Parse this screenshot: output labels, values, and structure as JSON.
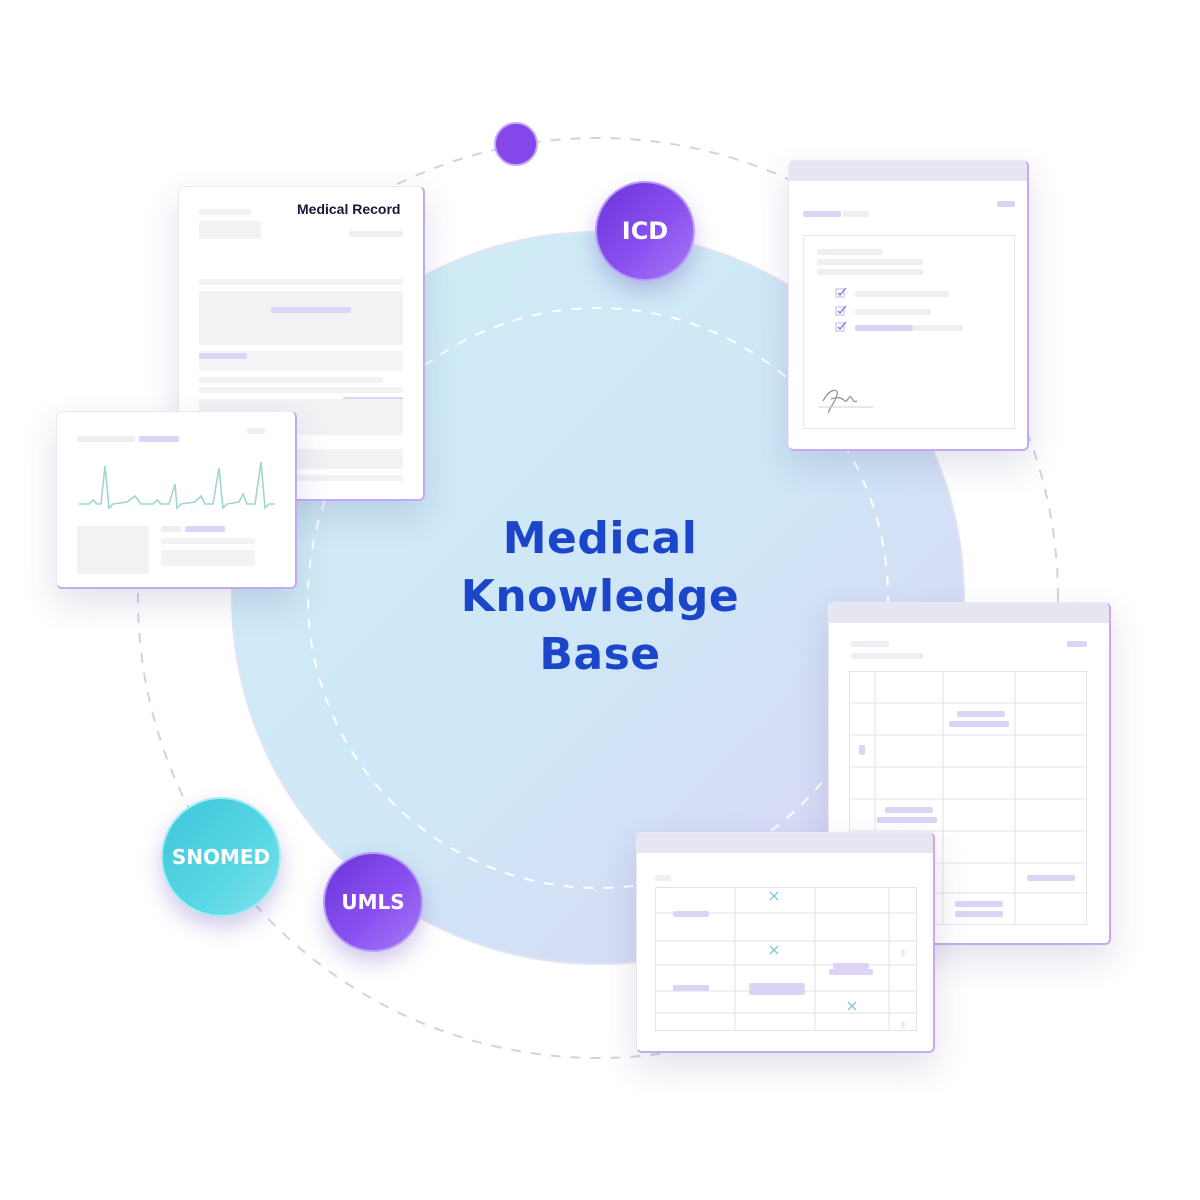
{
  "center": {
    "line1": "Medical",
    "line2": "Knowledge",
    "line3": "Base"
  },
  "badges": {
    "icd": "ICD",
    "snomed": "SNOMED",
    "umls": "UMLS"
  },
  "record_card": {
    "title": "Medical Record"
  },
  "colors": {
    "title_blue": "#1c46c9",
    "purple": "#7b3fe4",
    "teal": "#4fd1e0",
    "circle_light": "#d6eef8",
    "accent_bar": "#dcd3f6"
  },
  "icons": [
    "check-icon",
    "signature-icon",
    "ecg-waveform",
    "x-mark-icon"
  ]
}
